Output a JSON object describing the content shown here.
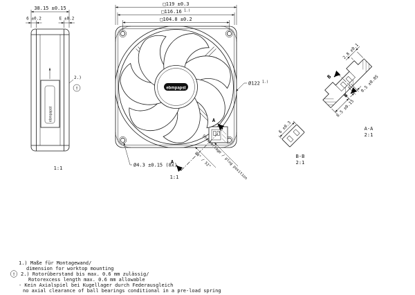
{
  "drawing": {
    "background": "#ffffff",
    "line_color": "#1a1a1a"
  },
  "side_view": {
    "dim_depth": "38.15 ±0.15",
    "dim_flange_left": "6 ±0.2",
    "dim_flange_right": "E ±0.2",
    "note_ref": "2.)",
    "warning_symbol": "!",
    "brand": "ebmpapst",
    "scale": "1:1"
  },
  "front_view": {
    "dim_outer_square": "□119 ±0.3",
    "dim_mounting_wall": "□116.16",
    "dim_mounting_wall_ref": "1.)",
    "dim_hole_pitch": "□104.8 ±0.2",
    "dim_diameter": "Ø122",
    "dim_diameter_ref": "1.)",
    "dim_mounting_holes": "Ø4.3 ±0.15 (8x)",
    "hub_logo": "ebmpapst",
    "scale": "1:1",
    "section_letter": "A",
    "plug_angle": "84° / 52°",
    "plug_position": "Steckerlage / plug position"
  },
  "section_aa": {
    "title": "A-A",
    "scale": "2:1",
    "dim_width": "8.5 ±0.15",
    "dim_height": "2.8 ±0.1",
    "dim_gap": "0.5 ±0.05",
    "section_letter": "B"
  },
  "section_bb": {
    "title": "B-B",
    "scale": "2:1",
    "dim_width": "6 ±0.3"
  },
  "notes": {
    "warning_symbol": "!",
    "lines": [
      "1.) Maße für Montagewand/",
      "dimension for worktop mounting",
      "2.) Rotorüberstand bis max. 0.6 mm zulässig/",
      "Rotorexcess length max. 0.6 mm allowable",
      "- Kein Axialspiel bei Kugellager durch Federausgleich",
      "no axial clearance of ball bearings conditional in a pre-load spring"
    ]
  }
}
